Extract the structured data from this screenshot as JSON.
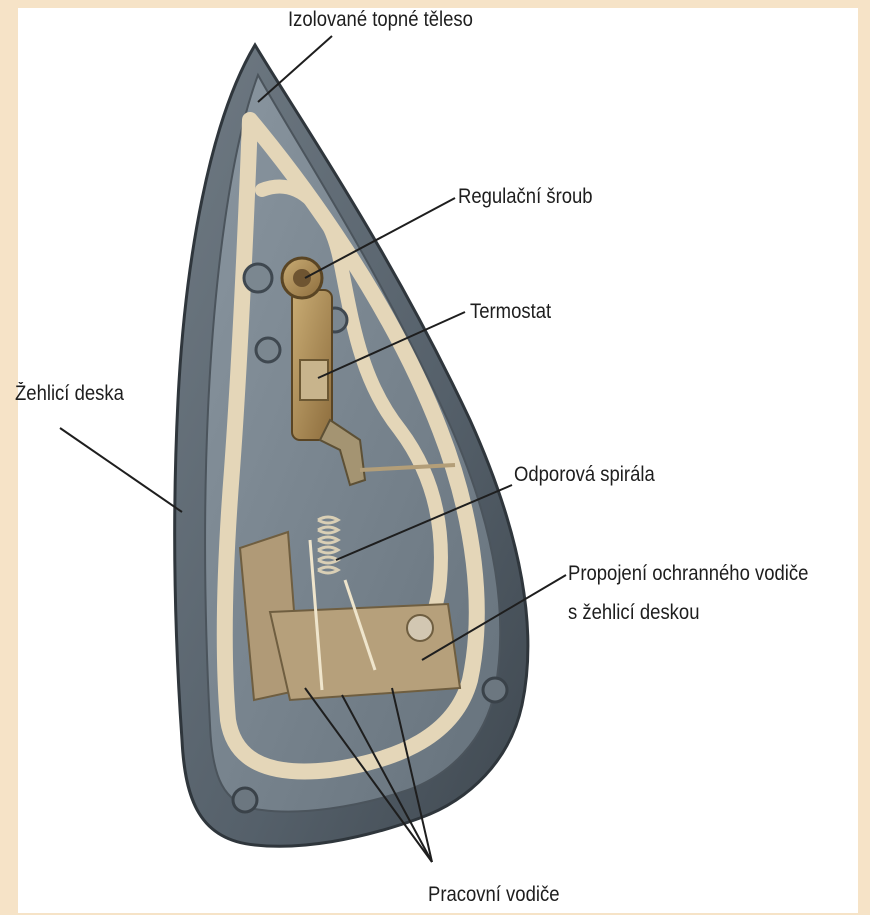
{
  "colors": {
    "page_background": "#f6e3c7",
    "panel_background": "#ffffff",
    "sole_plate": "#5f6a74",
    "sole_inner": "#7c8891",
    "heating_element": "#e4d6b8",
    "brass": "#a8864f",
    "label_text": "#1e1e1e"
  },
  "labels": {
    "heating_element": "Izolované topné těleso",
    "adjusting_screw": "Regulační šroub",
    "thermostat": "Termostat",
    "sole_plate": "Žehlicí deska",
    "resistance_coil": "Odporová spirála",
    "ground_connection_line1": "Propojení ochranného vodiče",
    "ground_connection_line2": "s žehlicí deskou",
    "working_conductors": "Pracovní vodiče"
  }
}
